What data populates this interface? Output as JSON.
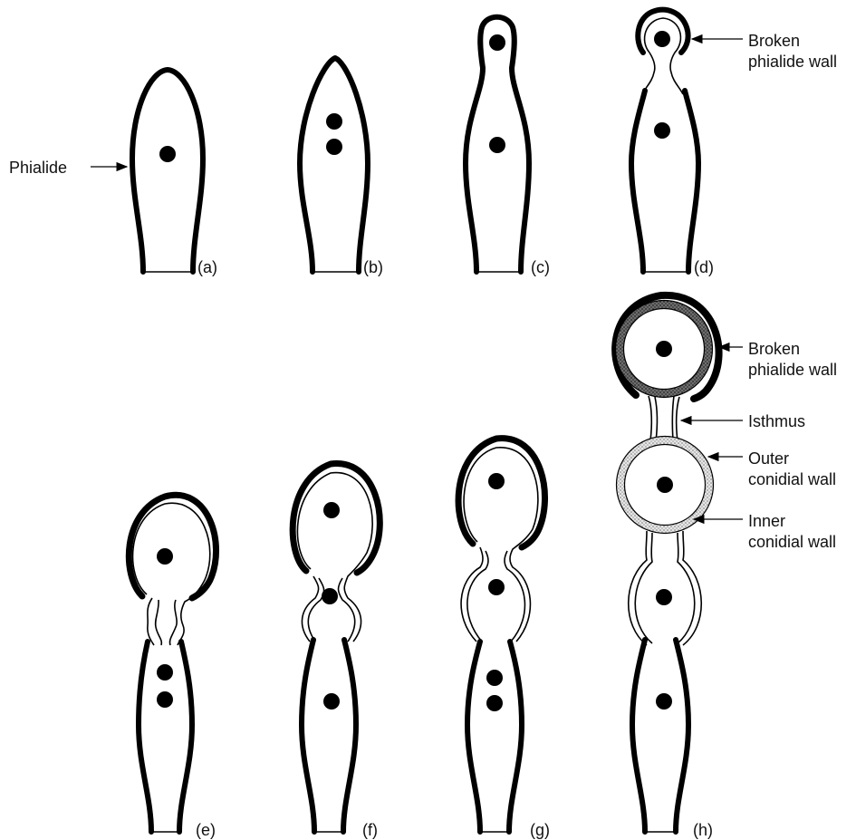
{
  "stage_labels": {
    "a": "(a)",
    "b": "(b)",
    "c": "(c)",
    "d": "(d)",
    "e": "(e)",
    "f": "(f)",
    "g": "(g)",
    "h": "(h)"
  },
  "callouts": {
    "phialide": "Phialide",
    "broken_wall_d_1": "Broken",
    "broken_wall_d_2": "phialide wall",
    "broken_wall_h_1": "Broken",
    "broken_wall_h_2": "phialide wall",
    "isthmus": "Isthmus",
    "outer_wall_1": "Outer",
    "outer_wall_2": "conidial wall",
    "inner_wall_1": "Inner",
    "inner_wall_2": "conidial wall"
  },
  "colors": {
    "ink": "#000000",
    "outer_wall_stipple": "#bdbdbd",
    "inner_wall_dark": "#555555"
  }
}
